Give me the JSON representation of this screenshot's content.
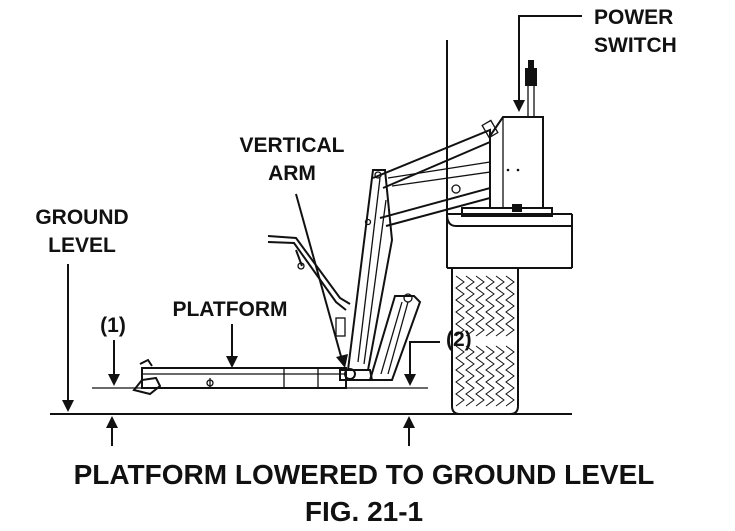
{
  "labels": {
    "power_switch_line1": "POWER",
    "power_switch_line2": "SWITCH",
    "vertical_arm_line1": "VERTICAL",
    "vertical_arm_line2": "ARM",
    "ground_level_line1": "GROUND",
    "ground_level_line2": "LEVEL",
    "platform": "PLATFORM",
    "marker_1": "(1)",
    "marker_2": "(2)"
  },
  "caption": {
    "title": "PLATFORM LOWERED TO GROUND LEVEL",
    "figure": "FIG. 21-1"
  }
}
